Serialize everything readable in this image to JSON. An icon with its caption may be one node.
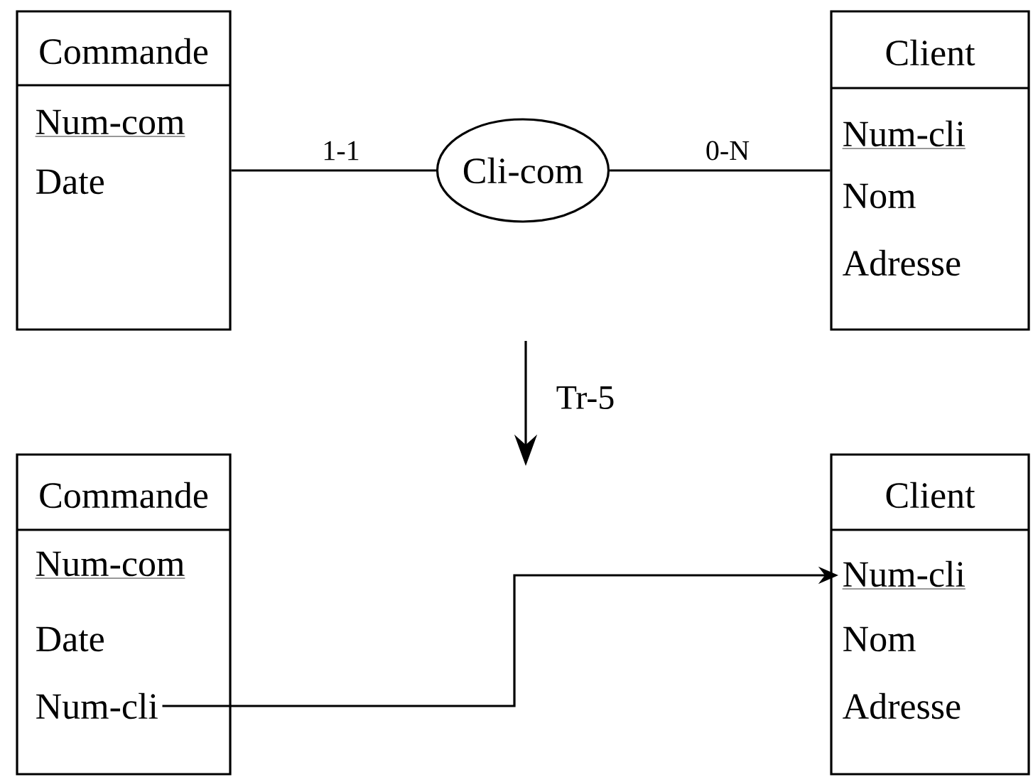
{
  "diagram": {
    "nodes": [
      {
        "text": [
          "Commande"
        ]
      },
      {
        "text": [
          "Num-com"
        ],
        "in": 0
      },
      {
        "text": [
          "Date"
        ],
        "in": 0
      },
      {
        "text": [
          "Cli-com"
        ]
      },
      {
        "text": [
          "Client"
        ]
      },
      {
        "text": [
          "Num-cli"
        ],
        "in": 4
      },
      {
        "text": [
          "Nom"
        ],
        "in": 4
      },
      {
        "text": [
          "Adresse"
        ],
        "in": 4
      },
      {
        "text": [
          "Commande"
        ]
      },
      {
        "text": [
          "Num-com"
        ],
        "in": 8
      },
      {
        "text": [
          "Date"
        ],
        "in": 8
      },
      {
        "text": [
          "Num-cli"
        ],
        "in": 8
      },
      {
        "text": [
          "Client"
        ]
      },
      {
        "text": [
          "Num-cli"
        ],
        "in": 12
      },
      {
        "text": [
          "Nom"
        ],
        "in": 12
      },
      {
        "text": [
          "Adresse"
        ],
        "in": 12
      }
    ],
    "edges": [
      {
        "from": 0,
        "to": 3,
        "arrow": "none",
        "label": "1-1"
      },
      {
        "from": 3,
        "to": 4,
        "arrow": "none",
        "label": "0-N"
      },
      {
        "from": 11,
        "to": 13,
        "arrow": "to"
      }
    ],
    "labels": [
      "Tr-5"
    ]
  }
}
